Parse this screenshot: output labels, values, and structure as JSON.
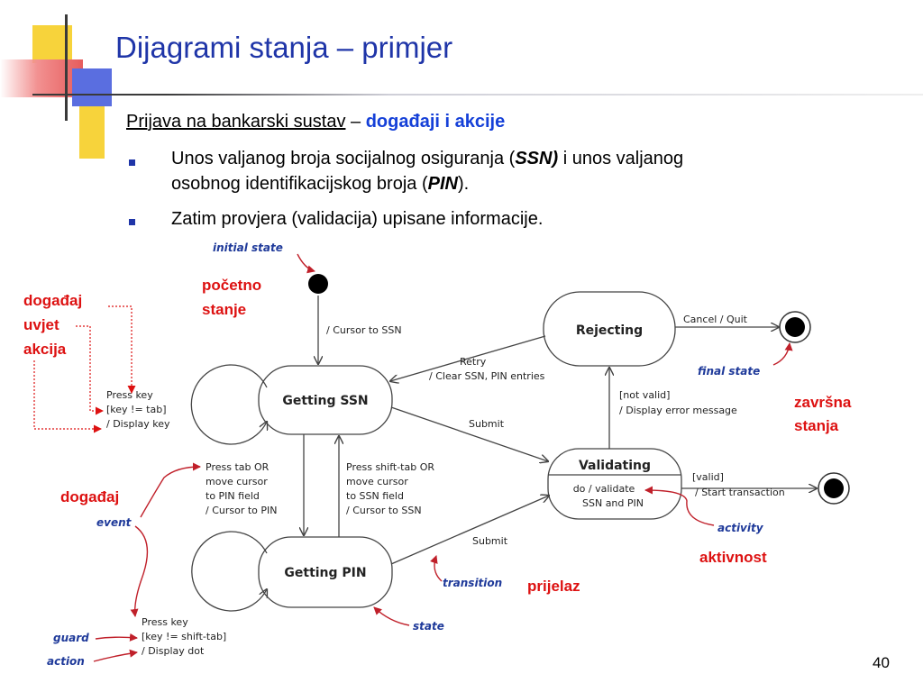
{
  "slide": {
    "title": "Dijagrami stanja – primjer",
    "subtitle_link": "Prijava na bankarski sustav",
    "subtitle_dash": " – ",
    "subtitle_bold": "događaji i akcije",
    "bullets": [
      {
        "pre": "Unos valjanog broja socijalnog osiguranja (",
        "em1": "SSN)",
        "mid": " i unos valjanog",
        "line2_pre": "osobnog identifikacijskog broja (",
        "em2": "PIN",
        "post": ")."
      },
      {
        "text": "Zatim provjera (validacija) upisane informacije."
      }
    ],
    "page_number": "40"
  },
  "diagram": {
    "states": {
      "rejecting": "Rejecting",
      "getting_ssn": "Getting SSN",
      "getting_pin": "Getting PIN",
      "validating": "Validating",
      "validating_activity": [
        "do / validate",
        "SSN and PIN"
      ]
    },
    "transitions": {
      "initial": "/ Cursor to SSN",
      "retry": [
        "Retry",
        "/ Clear SSN, PIN entries"
      ],
      "cancel": "Cancel / Quit",
      "not_valid": [
        "[not valid]",
        "/ Display error message"
      ],
      "submit_ssn": "Submit",
      "submit_pin": "Submit",
      "valid": [
        "[valid]",
        "/ Start transaction"
      ],
      "ssn_to_pin": [
        "Press tab OR",
        "move cursor",
        "to PIN field",
        "/ Cursor to PIN"
      ],
      "pin_to_ssn": [
        "Press shift-tab OR",
        "move cursor",
        "to SSN field",
        "/ Cursor to SSN"
      ],
      "ssn_self": [
        "Press key",
        "[key != tab]",
        "/ Display key"
      ],
      "pin_self": [
        "Press key",
        "[key != shift-tab]",
        "/ Display dot"
      ]
    },
    "english_annotations": {
      "initial_state": "initial state",
      "final_state": "final state",
      "activity": "activity",
      "transition": "transition",
      "state": "state",
      "event": "event",
      "guard": "guard",
      "action": "action"
    },
    "croatian_annotations": {
      "pocetno": [
        "početno",
        "stanje"
      ],
      "dogadaj_uvjet_akcija": [
        "događaj",
        "uvjet",
        "akcija"
      ],
      "zavrsna": [
        "završna",
        "stanja"
      ],
      "dogadaj": "događaj",
      "aktivnost": "aktivnost",
      "prijelaz": "prijelaz"
    },
    "colors": {
      "annotation_red": "#dd1111",
      "annotation_blue": "#1f3a9a",
      "state_stroke": "#444444"
    }
  }
}
